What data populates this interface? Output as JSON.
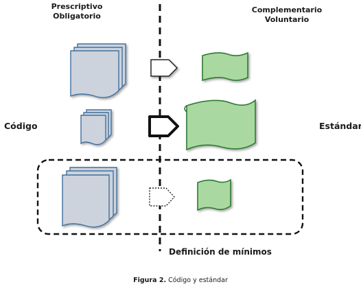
{
  "header": {
    "left_line1": "Prescriptivo",
    "left_line2": "Obligatorio",
    "right_line1": "Complementario",
    "right_line2": "Voluntario"
  },
  "labels": {
    "left": "Código",
    "right": "Estándar",
    "divider": "Definición de mínimos"
  },
  "caption": {
    "figure": "Figura 2.",
    "text": "Código y estándar"
  },
  "colors": {
    "document_fill": "#cdd3dc",
    "document_stroke": "#3f6f9f",
    "standard_fill": "#a9d9a0",
    "standard_stroke": "#2f7a32",
    "divider": "#111111"
  }
}
